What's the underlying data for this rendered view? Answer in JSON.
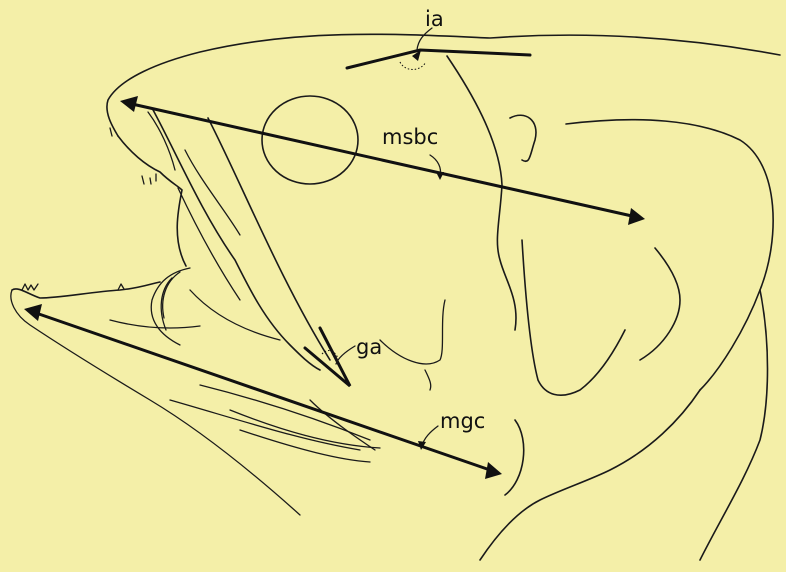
{
  "labels": {
    "ia": "ia",
    "msbc": "msbc",
    "ga": "ga",
    "mgc": "mgc"
  },
  "colors": {
    "background": "#f4efa8",
    "ink": "#111111"
  }
}
